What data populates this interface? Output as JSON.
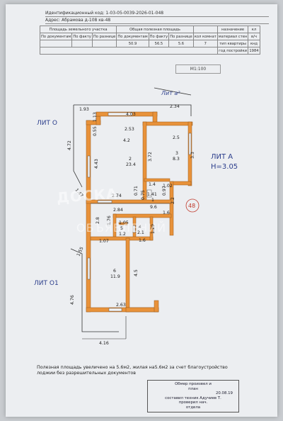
{
  "header": {
    "line1": "Идентификационный код: 1-03-05-0039-2026-01-048",
    "line2": "Адрес: Абрамова д-108 кв-48"
  },
  "table": {
    "r1": [
      "Площадь земельного участка",
      "Общая полезная площадь",
      "назначение",
      "кл"
    ],
    "r2": [
      "По документам",
      "По факту",
      "По разнице",
      "По документам",
      "По факту",
      "По разнице",
      "кол комнат",
      "материал стен",
      "в/ч"
    ],
    "r3": [
      "",
      "",
      "",
      "50.9",
      "56.5",
      "5.6",
      "7",
      "тип квартиры",
      "кнд"
    ],
    "r4": [
      "год постройки",
      "1984"
    ]
  },
  "badge": "М1:100",
  "plan": {
    "lita_top": "Лит а²",
    "lit_o": "ЛИТ О",
    "lit_a": "ЛИТ А",
    "height": "Н=3.05",
    "lit_o1": "ЛИТ О1",
    "apt_no": "48",
    "rooms": {
      "r2_no": "2",
      "r2_area": "23.4",
      "r3_no": "3",
      "r3_area": "8.3",
      "r1_no": "1",
      "r1_area": "9.6",
      "r4_no": "4",
      "r4_area": "2.1",
      "r5_no": "5",
      "r5_area": "1.2",
      "r6_no": "6",
      "r6_area": "11.9"
    },
    "dims": {
      "d1": "1.93",
      "d2": "4.03",
      "d3": "2.34",
      "d4": "1.13",
      "d5": "2.53",
      "d6": "0.55",
      "d7": "4.2",
      "d8": "2.5",
      "d9": "4.72",
      "d10": "4.43",
      "d11": "3.72",
      "d12": "3.3",
      "d13": "1.47",
      "d14": "1.4",
      "d15": "1.41",
      "d16": "1.02",
      "d17": "2.74",
      "d18": "0.71",
      "d19": "0.75",
      "d20": "0.97",
      "d21": "2.84",
      "d22": "1.6",
      "d23": "2.2",
      "d24": "2.8",
      "d25": "1.76",
      "d26": "1.05",
      "d27": "1.07",
      "d28": "1.6",
      "d29": "1.29",
      "d30": "1.55",
      "d31": "4.5",
      "d32": "4.76",
      "d33": "2.63",
      "d34": "4.16"
    }
  },
  "note": {
    "l1": "Полезная площадь увеличено на 5.6м2, жилая на5.6м2 за счет благоустройство",
    "l2": "лоджии без разрешительных документов"
  },
  "stamp": {
    "l1": "Обмер произвел    и",
    "l2": "план",
    "l3": "20.08.19",
    "l4": "составил техник Адучиев Т.",
    "l5": "проверил нач.",
    "l6": "отдела"
  },
  "watermark": {
    "w1": "ДОСКА",
    "w2": "ОБЪЯВЛЕНИЙ"
  },
  "colors": {
    "wall": "#e8923a",
    "ink": "#2c3e8c"
  }
}
